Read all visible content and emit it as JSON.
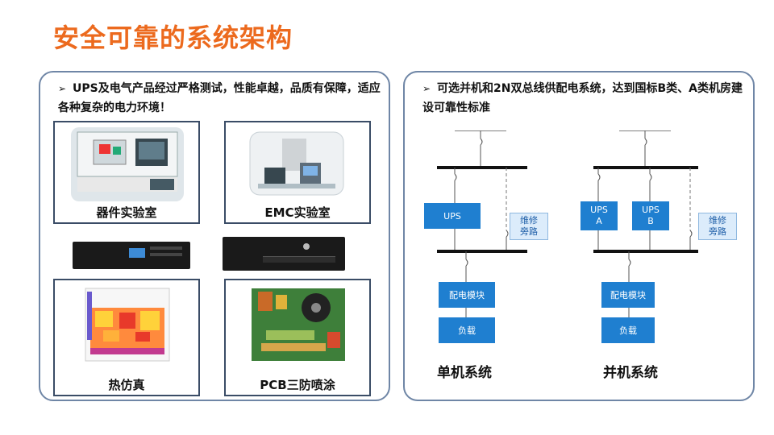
{
  "title": "安全可靠的系统架构",
  "left_panel": {
    "bullet": "UPS及电气产品经过严格测试，性能卓越，品质有保障，适应各种复杂的电力环境！",
    "photos": [
      {
        "caption": "器件实验室"
      },
      {
        "caption": "EMC实验室"
      },
      {
        "caption": "热仿真"
      },
      {
        "caption": "PCB三防喷涂"
      }
    ]
  },
  "right_panel": {
    "bullet": "可选并机和2N双总线供配电系统，达到国标B类、A类机房建设可靠性标准",
    "single": {
      "ups": "UPS",
      "bypass": [
        "维修",
        "旁路"
      ],
      "distribution": "配电模块",
      "load": "负载",
      "name": "单机系统"
    },
    "parallel": {
      "ups_a": [
        "UPS",
        "A"
      ],
      "ups_b": [
        "UPS",
        "B"
      ],
      "bypass": [
        "维修",
        "旁路"
      ],
      "distribution": "配电模块",
      "load": "负载",
      "name": "并机系统"
    }
  },
  "colors": {
    "title": "#ec6a1e",
    "panel_border": "#6f86a6",
    "diagram_block": "#1f7fd0",
    "bypass_block": "#dcecfb"
  }
}
